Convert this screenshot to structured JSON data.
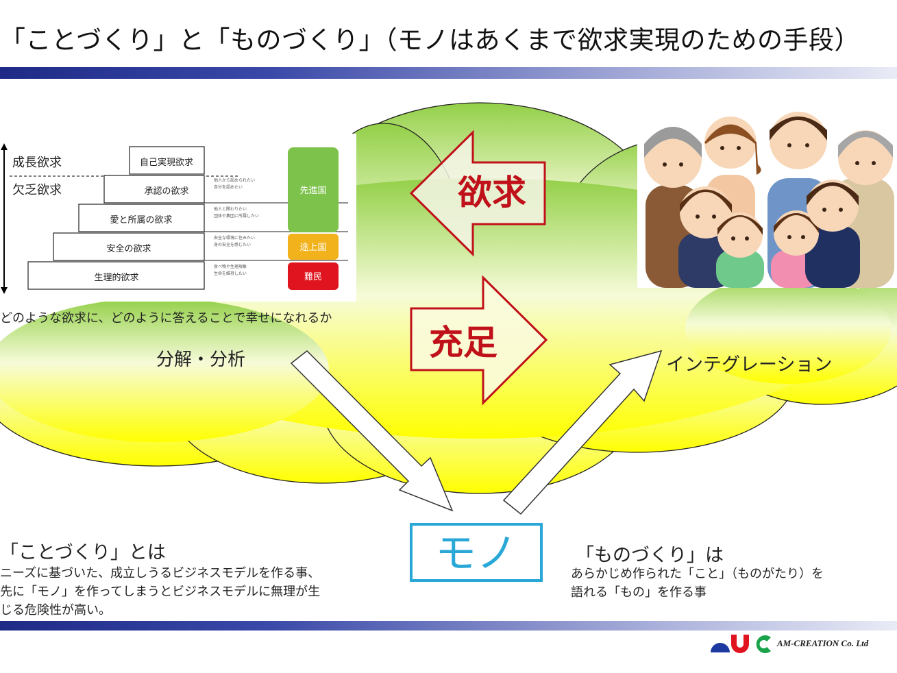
{
  "title": "「ことづくり」と「ものづくり」（モノはあくまで欲求実現のための手段）",
  "pyramid": {
    "levels": [
      {
        "label": "自己実現欲求"
      },
      {
        "label": "承認の欲求",
        "notes": [
          "他人から認められたい",
          "自分を認めたい"
        ]
      },
      {
        "label": "愛と所属の欲求",
        "notes": [
          "他人と関わりたい",
          "団体や集団に所属したい"
        ]
      },
      {
        "label": "安全の欲求",
        "notes": [
          "安全な環境に住みたい",
          "身の安全を感じたい"
        ]
      },
      {
        "label": "生理的欲求",
        "notes": [
          "食べ物や生理現象",
          "生命を維持したい"
        ]
      }
    ],
    "growth_label": "成長欲求",
    "deficit_label": "欠乏欲求",
    "badges": [
      {
        "label": "先進国",
        "color": "#7dc24b"
      },
      {
        "label": "途上国",
        "color": "#f2b21c"
      },
      {
        "label": "難民",
        "color": "#e0141e"
      }
    ]
  },
  "question_text": "どのような欲求に、どのように答えることで幸せになれるか",
  "analysis_label": "分解・分析",
  "integration_label": "インテグレーション",
  "desire_arrow_label": "欲求",
  "fulfill_arrow_label": "充足",
  "mono_label": "モノ",
  "kotodukuri": {
    "heading": "「ことづくり」とは",
    "lines": [
      "ニーズに基づいた、成立しうるビジネスモデルを作る事、",
      "先に「モノ」を作ってしまうとビジネスモデルに無理が生",
      "じる危険性が高い。"
    ]
  },
  "monodukuri": {
    "heading": "「ものづくり」は",
    "lines": [
      "あらかじめ作られた「こと」（ものがたり）を",
      "語れる「もの」を作る事"
    ]
  },
  "company": "AM-CREATION Co. Ltd",
  "colors": {
    "cloud_top": "#93d048",
    "cloud_bottom": "#ffff00",
    "arrow_red": "#c0111a",
    "mono_blue": "#29a8d8",
    "bar_dark": "#1e2a86"
  }
}
